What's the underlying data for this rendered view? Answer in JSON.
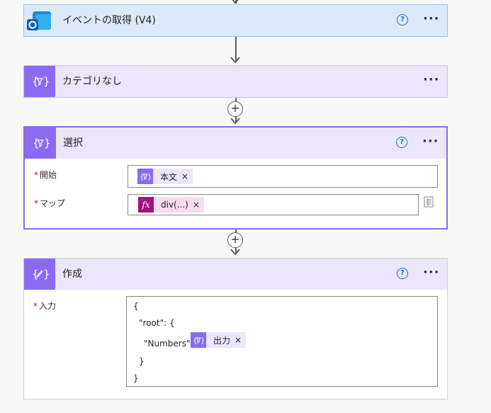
{
  "cards": {
    "get_events": {
      "title": "イベントの取得 (V4)",
      "help": "?",
      "more": "···"
    },
    "no_category": {
      "title": "カテゴリなし",
      "more": "···"
    },
    "select": {
      "title": "選択",
      "help": "?",
      "more": "···",
      "from_label": "開始",
      "from_token": "本文",
      "map_label": "マップ",
      "map_token": "div(...)"
    },
    "compose": {
      "title": "作成",
      "help": "?",
      "more": "···",
      "input_label": "入力",
      "code_lines": [
        "{",
        "\"root\": {",
        "\"Numbers\":",
        "}",
        "}"
      ],
      "input_token": "出力"
    }
  },
  "required_mark": "*",
  "token_close": "×",
  "add_step": "+",
  "colors": {
    "action_purple": "#8a6bf0",
    "outlook_header": "#dce9f7",
    "selected_border": "#8a6bf0",
    "token_bg": "#ece6fb",
    "expression_magenta": "#a1127d"
  }
}
